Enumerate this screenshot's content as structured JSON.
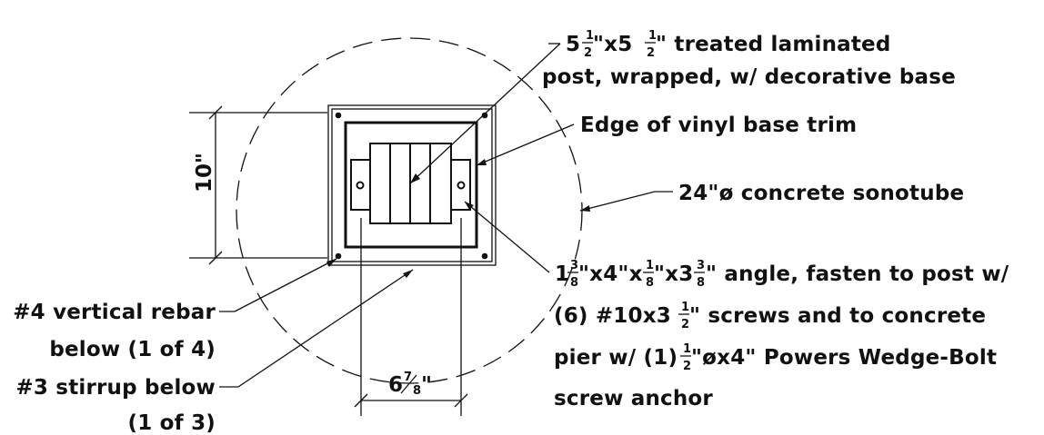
{
  "labels": {
    "post_l1_a": "5",
    "post_l1_frac1_num": "1",
    "post_l1_frac1_den": "2",
    "post_l1_b": "\"x5",
    "post_l1_frac2_num": "1",
    "post_l1_frac2_den": "2",
    "post_l1_c": "\" treated laminated",
    "post_l2": "post, wrapped, w/ decorative base",
    "trim": "Edge of vinyl base trim",
    "sonotube": "24\"ø concrete sonotube",
    "angle_l1_a": "1",
    "angle_l1_f1_num": "3",
    "angle_l1_f1_den": "8",
    "angle_l1_b": "\"x4\"x",
    "angle_l1_f2_num": "1",
    "angle_l1_f2_den": "8",
    "angle_l1_c": "\"x3",
    "angle_l1_f3_num": "3",
    "angle_l1_f3_den": "8",
    "angle_l1_d": "\" angle, fasten to post w/",
    "angle_l2_a": "(6) #10x3",
    "angle_l2_f_num": "1",
    "angle_l2_f_den": "2",
    "angle_l2_b": "\" screws and to concrete",
    "angle_l3_a": "pier w/ (1)",
    "angle_l3_f_num": "1",
    "angle_l3_f_den": "2",
    "angle_l3_b": "\"øx4\" Powers Wedge-Bolt",
    "angle_l4": "screw anchor",
    "rebar_l1": "#4 vertical rebar",
    "rebar_l2": "below (1 of 4)",
    "stirrup_l1": "#3 stirrup below",
    "stirrup_l2": "(1 of 3)"
  },
  "dimensions": {
    "vertical": "10\"",
    "horizontal_whole": "6",
    "horizontal_num": "7",
    "horizontal_den": "8",
    "horizontal_inch": "\""
  }
}
